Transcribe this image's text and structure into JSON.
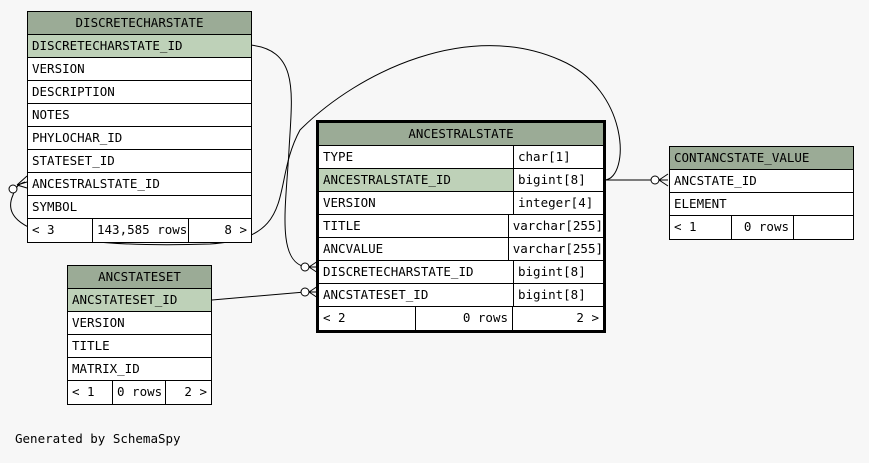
{
  "tables": {
    "discrete": {
      "title": "DISCRETECHARSTATE",
      "columns": [
        "DISCRETECHARSTATE_ID",
        "VERSION",
        "DESCRIPTION",
        "NOTES",
        "PHYLOCHAR_ID",
        "STATESET_ID",
        "ANCESTRALSTATE_ID",
        "SYMBOL"
      ],
      "footer": {
        "left": "< 3",
        "mid": "143,585 rows",
        "right": "8 >"
      }
    },
    "ancstateset": {
      "title": "ANCSTATESET",
      "columns": [
        "ANCSTATESET_ID",
        "VERSION",
        "TITLE",
        "MATRIX_ID"
      ],
      "footer": {
        "left": "< 1",
        "mid": "0 rows",
        "right": "2 >"
      }
    },
    "ancestral": {
      "title": "ANCESTRALSTATE",
      "columns": [
        {
          "name": "TYPE",
          "type": "char[1]"
        },
        {
          "name": "ANCESTRALSTATE_ID",
          "type": "bigint[8]"
        },
        {
          "name": "VERSION",
          "type": "integer[4]"
        },
        {
          "name": "TITLE",
          "type": "varchar[255]"
        },
        {
          "name": "ANCVALUE",
          "type": "varchar[255]"
        },
        {
          "name": "DISCRETECHARSTATE_ID",
          "type": "bigint[8]"
        },
        {
          "name": "ANCSTATESET_ID",
          "type": "bigint[8]"
        }
      ],
      "footer": {
        "left": "< 2",
        "mid": "0 rows",
        "right": "2 >"
      }
    },
    "contanc": {
      "title": "CONTANCSTATE_VALUE",
      "columns": [
        "ANCSTATE_ID",
        "ELEMENT"
      ],
      "footer": {
        "left": "< 1",
        "mid": "0 rows",
        "right": ""
      }
    }
  },
  "credit": "Generated by SchemaSpy",
  "colors": {
    "header": "#9bab96",
    "primary_key": "#bed1b8",
    "background": "#f7f7f7"
  }
}
